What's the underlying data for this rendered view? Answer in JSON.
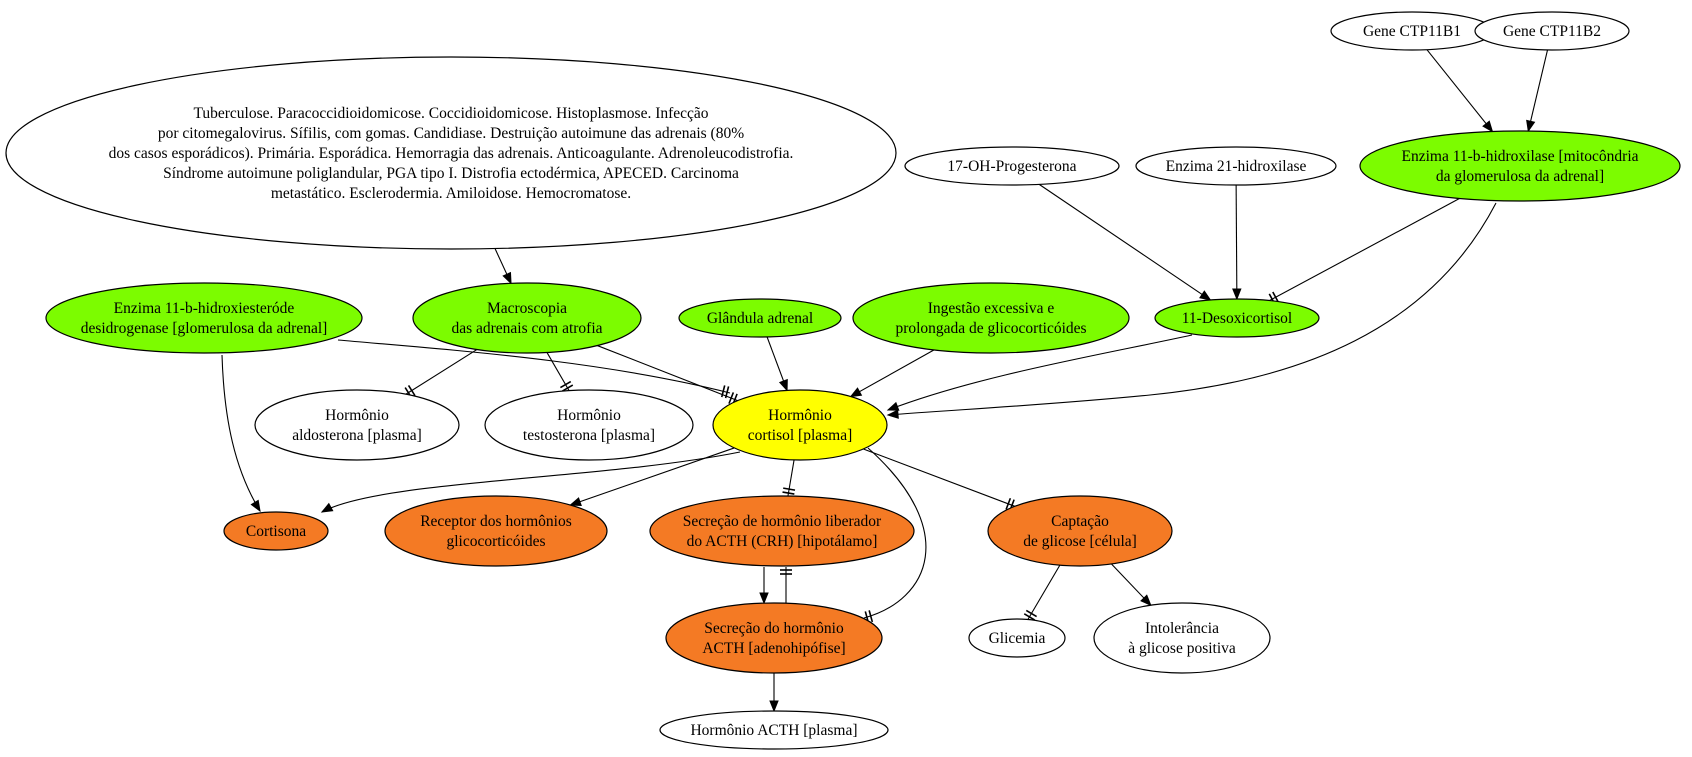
{
  "colors": {
    "green": "#7cfc00",
    "yellow": "#ffff00",
    "orange": "#f47a24",
    "white": "#ffffff"
  },
  "nodes": [
    {
      "id": "tuberculose",
      "fill": "white",
      "lines": [
        "Tuberculose. Paracoccidioidomicose. Coccidioidomicose. Histoplasmose. Infecção",
        "por citomegalovirus. Sífilis, com gomas. Candidiase. Destruição autoimune das adrenais (80%",
        "dos casos esporádicos). Primária. Esporádica. Hemorragia das adrenais. Anticoagulante. Adrenoleucodistrofia.",
        "Síndrome autoimune poliglandular, PGA tipo I. Distrofia ectodérmica, APECED. Carcinoma",
        "metastático. Esclerodermia. Amiloidose. Hemocromatose."
      ]
    },
    {
      "id": "gene-ctp11b1",
      "fill": "white",
      "lines": [
        "Gene CTP11B1"
      ]
    },
    {
      "id": "gene-ctp11b2",
      "fill": "white",
      "lines": [
        "Gene CTP11B2"
      ]
    },
    {
      "id": "enzima-11b-hidroxilase",
      "fill": "green",
      "lines": [
        "Enzima 11-b-hidroxilase [mitocôndria",
        "da glomerulosa da adrenal]"
      ]
    },
    {
      "id": "17-oh-progesterona",
      "fill": "white",
      "lines": [
        "17-OH-Progesterona"
      ]
    },
    {
      "id": "enzima-21-hidroxilase",
      "fill": "white",
      "lines": [
        "Enzima 21-hidroxilase"
      ]
    },
    {
      "id": "11-desoxicortisol",
      "fill": "green",
      "lines": [
        "11-Desoxicortisol"
      ]
    },
    {
      "id": "enzima-11b-hidroxiesterode",
      "fill": "green",
      "lines": [
        "Enzima 11-b-hidroxiesteróde",
        "desidrogenase [glomerulosa da adrenal]"
      ]
    },
    {
      "id": "macroscopia",
      "fill": "green",
      "lines": [
        "Macroscopia",
        "das adrenais com atrofia"
      ]
    },
    {
      "id": "glandula-adrenal",
      "fill": "green",
      "lines": [
        "Glândula adrenal"
      ]
    },
    {
      "id": "ingestao",
      "fill": "green",
      "lines": [
        "Ingestão excessiva e",
        "prolongada de glicocorticóides"
      ]
    },
    {
      "id": "aldosterona",
      "fill": "white",
      "lines": [
        "Hormônio",
        "aldosterona [plasma]"
      ]
    },
    {
      "id": "testosterona",
      "fill": "white",
      "lines": [
        "Hormônio",
        "testosterona [plasma]"
      ]
    },
    {
      "id": "cortisol",
      "fill": "yellow",
      "lines": [
        "Hormônio",
        "cortisol [plasma]"
      ]
    },
    {
      "id": "cortisona",
      "fill": "orange",
      "lines": [
        "Cortisona"
      ]
    },
    {
      "id": "receptor",
      "fill": "orange",
      "lines": [
        "Receptor dos hormônios",
        "glicocorticóides"
      ]
    },
    {
      "id": "crh",
      "fill": "orange",
      "lines": [
        "Secreção de hormônio liberador",
        "do ACTH (CRH) [hipotálamo]"
      ]
    },
    {
      "id": "captacao",
      "fill": "orange",
      "lines": [
        "Captação",
        "de glicose [célula]"
      ]
    },
    {
      "id": "acth-secrecao",
      "fill": "orange",
      "lines": [
        "Secreção do hormônio",
        "ACTH [adenohipófise]"
      ]
    },
    {
      "id": "glicemia",
      "fill": "white",
      "lines": [
        "Glicemia"
      ]
    },
    {
      "id": "intolerancia",
      "fill": "white",
      "lines": [
        "Intolerância",
        "à glicose positiva"
      ]
    },
    {
      "id": "acth-plasma",
      "fill": "white",
      "lines": [
        "Hormônio ACTH [plasma]"
      ]
    }
  ],
  "edges": [
    {
      "from": "tuberculose",
      "to": "macroscopia",
      "type": "arrow"
    },
    {
      "from": "gene-ctp11b1",
      "to": "enzima-11b-hidroxilase",
      "type": "arrow"
    },
    {
      "from": "gene-ctp11b2",
      "to": "enzima-11b-hidroxilase",
      "type": "arrow"
    },
    {
      "from": "17-oh-progesterona",
      "to": "11-desoxicortisol",
      "type": "arrow"
    },
    {
      "from": "enzima-21-hidroxilase",
      "to": "11-desoxicortisol",
      "type": "arrow"
    },
    {
      "from": "enzima-11b-hidroxilase",
      "to": "11-desoxicortisol",
      "type": "tee"
    },
    {
      "from": "enzima-11b-hidroxilase",
      "to": "cortisol",
      "type": "arrow"
    },
    {
      "from": "11-desoxicortisol",
      "to": "cortisol",
      "type": "arrow"
    },
    {
      "from": "enzima-11b-hidroxiesterode",
      "to": "cortisol",
      "type": "tee"
    },
    {
      "from": "enzima-11b-hidroxiesterode",
      "to": "cortisona",
      "type": "arrow"
    },
    {
      "from": "macroscopia",
      "to": "aldosterona",
      "type": "tee"
    },
    {
      "from": "macroscopia",
      "to": "testosterona",
      "type": "tee"
    },
    {
      "from": "macroscopia",
      "to": "cortisol",
      "type": "tee"
    },
    {
      "from": "glandula-adrenal",
      "to": "cortisol",
      "type": "arrow"
    },
    {
      "from": "ingestao",
      "to": "cortisol",
      "type": "arrow"
    },
    {
      "from": "cortisol",
      "to": "cortisona",
      "type": "arrow"
    },
    {
      "from": "cortisol",
      "to": "receptor",
      "type": "arrow"
    },
    {
      "from": "cortisol",
      "to": "crh",
      "type": "tee"
    },
    {
      "from": "cortisol",
      "to": "captacao",
      "type": "tee"
    },
    {
      "from": "cortisol",
      "to": "acth-secrecao",
      "type": "tee"
    },
    {
      "from": "crh",
      "to": "acth-secrecao",
      "type": "arrow"
    },
    {
      "from": "acth-secrecao",
      "to": "crh",
      "type": "tee"
    },
    {
      "from": "acth-secrecao",
      "to": "acth-plasma",
      "type": "arrow"
    },
    {
      "from": "captacao",
      "to": "glicemia",
      "type": "tee"
    },
    {
      "from": "captacao",
      "to": "intolerancia",
      "type": "arrow"
    }
  ]
}
